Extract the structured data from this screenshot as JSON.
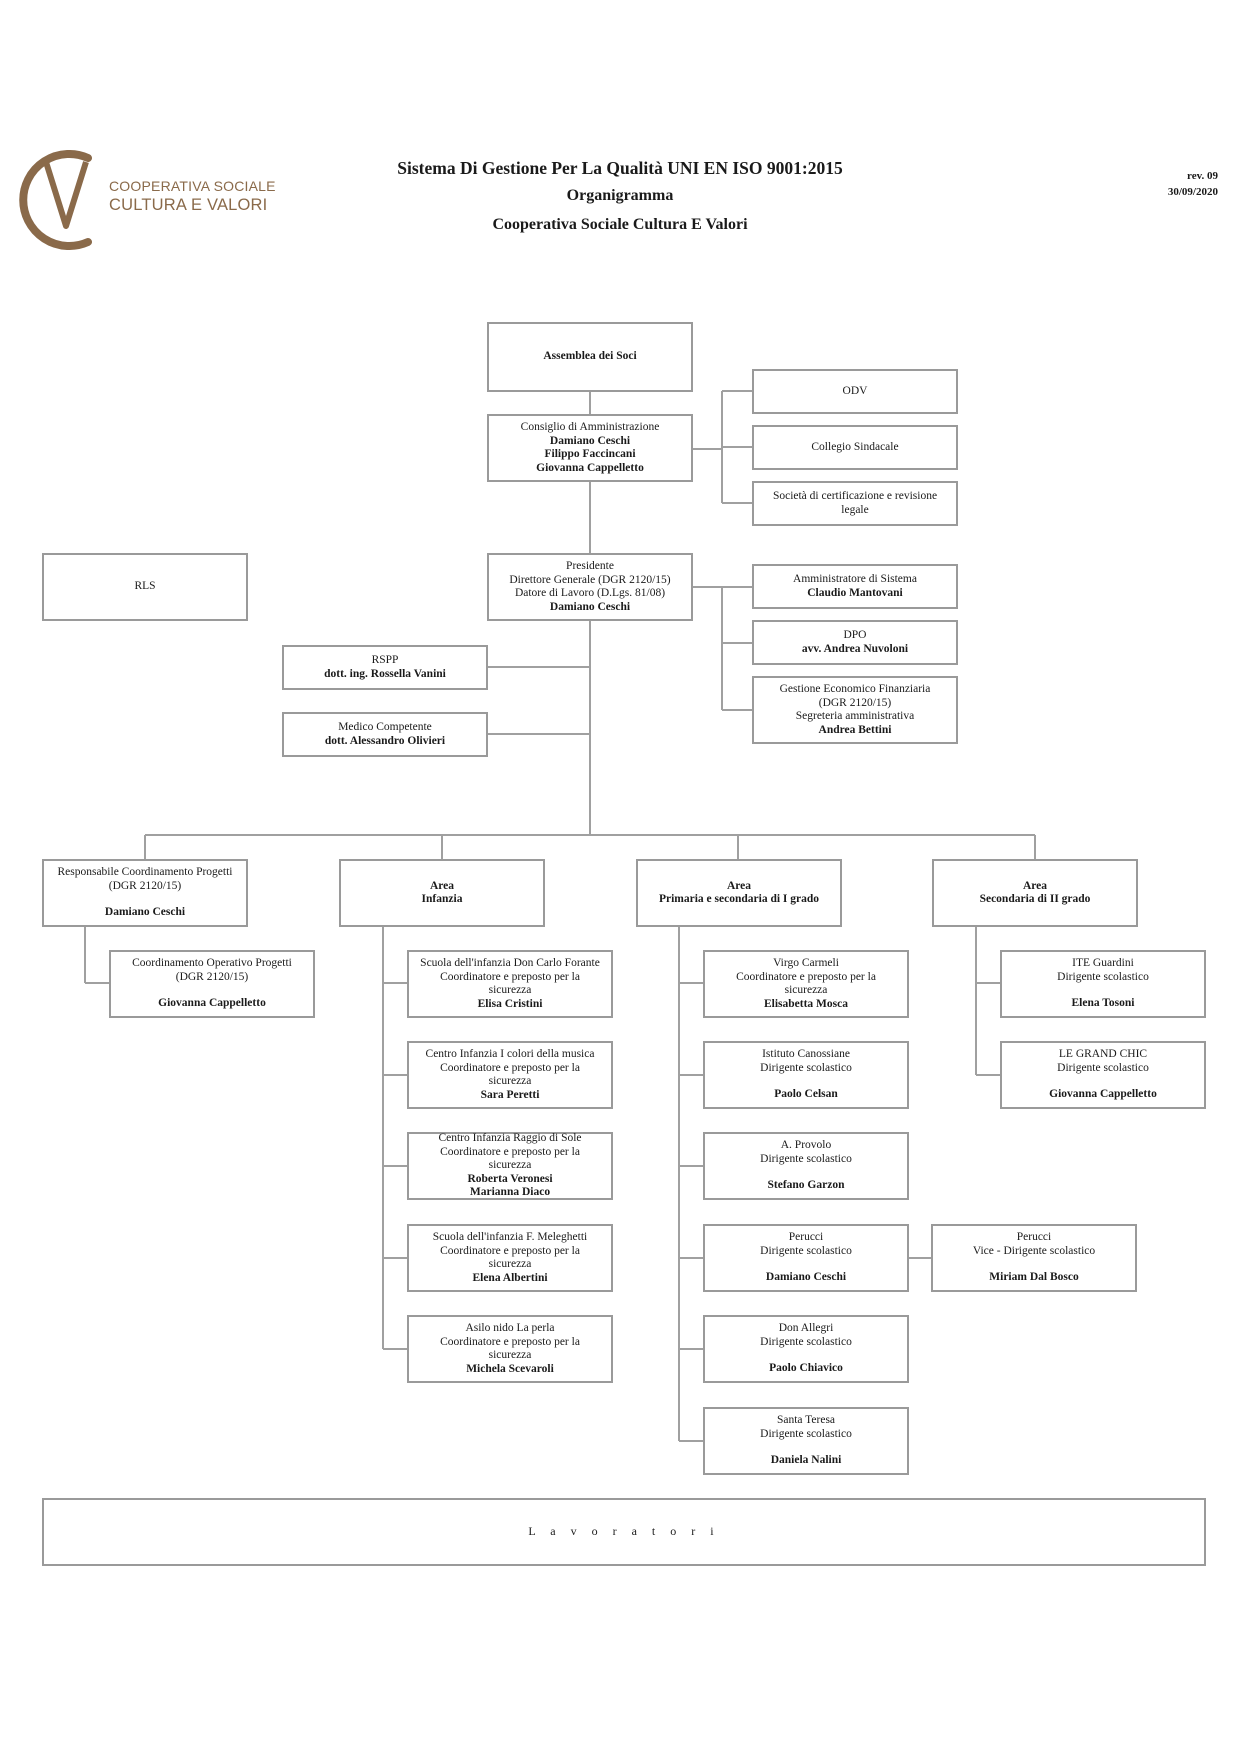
{
  "logo": {
    "line1": "COOPERATIVA SOCIALE",
    "line2": "CULTURA E VALORI"
  },
  "header": {
    "title": "Sistema Di Gestione Per La Qualità UNI EN ISO 9001:2015",
    "subtitle": "Organigramma",
    "organization": "Cooperativa Sociale Cultura E Valori",
    "revision": "rev. 09",
    "date": "30/09/2020"
  },
  "colors": {
    "box_border": "#9a9a9a",
    "connector": "#a0a0a0",
    "logo": "#8a6a4a"
  },
  "boxes": {
    "assemblea": {
      "name": "Assemblea dei Soci"
    },
    "consiglio": {
      "title": "Consiglio di Amministrazione",
      "m1": "Damiano Ceschi",
      "m2": "Filippo Faccincani",
      "m3": "Giovanna Cappelletto"
    },
    "odv": {
      "title": "ODV"
    },
    "collegio": {
      "title": "Collegio Sindacale"
    },
    "societa": {
      "line1": "Società di certificazione e revisione",
      "line2": "legale"
    },
    "rls": {
      "title": "RLS"
    },
    "presidente": {
      "l1": "Presidente",
      "l2": "Direttore Generale (DGR 2120/15)",
      "l3": "Datore di Lavoro (D.Lgs. 81/08)",
      "name": "Damiano Ceschi"
    },
    "amministratore": {
      "title": "Amministratore di Sistema",
      "name": "Claudio Mantovani"
    },
    "dpo": {
      "title": "DPO",
      "name": "avv. Andrea Nuvoloni"
    },
    "gestione": {
      "l1": "Gestione Economico Finanziaria",
      "l2": "(DGR 2120/15)",
      "l3": "Segreteria amministrativa",
      "name": "Andrea Bettini"
    },
    "rspp": {
      "title": "RSPP",
      "name": "dott. ing. Rossella Vanini"
    },
    "medico": {
      "title": "Medico Competente",
      "name": "dott. Alessandro Olivieri"
    },
    "resp_coord": {
      "l1": "Responsabile Coordinamento Progetti",
      "l2": "(DGR 2120/15)",
      "name": "Damiano Ceschi"
    },
    "coord_op": {
      "l1": "Coordinamento Operativo Progetti",
      "l2": "(DGR 2120/15)",
      "name": "Giovanna Cappelletto"
    },
    "area_infanzia": {
      "l1": "Area",
      "l2": "Infanzia"
    },
    "area_primaria": {
      "l1": "Area",
      "l2": "Primaria e secondaria di I grado"
    },
    "area_secondaria": {
      "l1": "Area",
      "l2": "Secondaria di II grado"
    },
    "inf1": {
      "l1": "Scuola dell'infanzia Don Carlo Forante",
      "l2": "Coordinatore e preposto per la",
      "l3": "sicurezza",
      "name": "Elisa Cristini"
    },
    "inf2": {
      "l1": "Centro Infanzia I colori della musica",
      "l2": "Coordinatore e preposto per la",
      "l3": "sicurezza",
      "name": "Sara Peretti"
    },
    "inf3": {
      "l1": "Centro Infanzia Raggio di Sole",
      "l2": "Coordinatore e preposto per la",
      "l3": "sicurezza",
      "name": "Roberta Veronesi",
      "name2": "Marianna Diaco"
    },
    "inf4": {
      "l1": "Scuola dell'infanzia F. Meleghetti",
      "l2": "Coordinatore e preposto per la",
      "l3": "sicurezza",
      "name": "Elena Albertini"
    },
    "inf5": {
      "l1": "Asilo nido La perla",
      "l2": "Coordinatore e preposto per la",
      "l3": "sicurezza",
      "name": "Michela Scevaroli"
    },
    "pri1": {
      "l1": "Virgo Carmeli",
      "l2": "Coordinatore e preposto per la",
      "l3": "sicurezza",
      "name": "Elisabetta Mosca"
    },
    "pri2": {
      "l1": "Istituto Canossiane",
      "l2": "Dirigente scolastico",
      "name": "Paolo Celsan"
    },
    "pri3": {
      "l1": "A. Provolo",
      "l2": "Dirigente scolastico",
      "name": "Stefano Garzon"
    },
    "pri4": {
      "l1": "Perucci",
      "l2": "Dirigente scolastico",
      "name": "Damiano Ceschi"
    },
    "pri4_vice": {
      "l1": "Perucci",
      "l2": "Vice - Dirigente scolastico",
      "name": "Miriam Dal Bosco"
    },
    "pri5": {
      "l1": "Don Allegri",
      "l2": "Dirigente scolastico",
      "name": "Paolo Chiavico"
    },
    "pri6": {
      "l1": "Santa Teresa",
      "l2": "Dirigente scolastico",
      "name": "Daniela Nalini"
    },
    "sec1": {
      "l1": "ITE Guardini",
      "l2": "Dirigente scolastico",
      "name": "Elena Tosoni"
    },
    "sec2": {
      "l1": "LE GRAND CHIC",
      "l2": "Dirigente scolastico",
      "name": "Giovanna Cappelletto"
    },
    "lavoratori": {
      "title": "L a v o r a t o r i"
    }
  }
}
